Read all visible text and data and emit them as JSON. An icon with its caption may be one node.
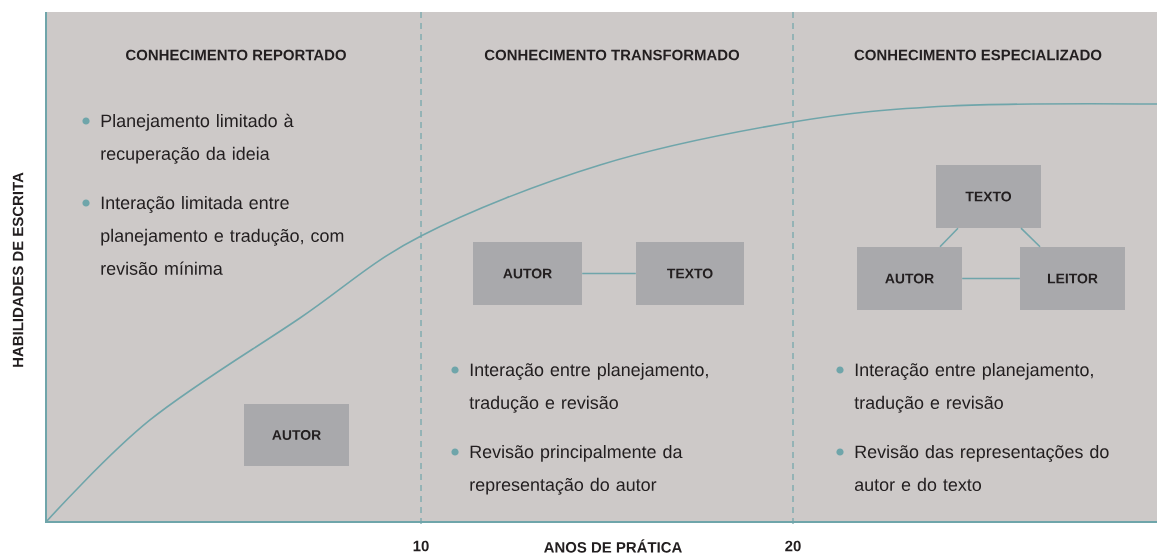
{
  "diagram": {
    "nodes": [
      {
        "text": [
          "AUTOR"
        ]
      },
      {
        "text": [
          "AUTOR"
        ]
      },
      {
        "text": [
          "TEXTO"
        ]
      },
      {
        "text": [
          "TEXTO"
        ]
      },
      {
        "text": [
          "AUTOR"
        ]
      },
      {
        "text": [
          "LEITOR"
        ]
      }
    ],
    "edges": [
      {
        "from": 1,
        "to": 2,
        "arrow": "none"
      },
      {
        "from": 3,
        "to": 4,
        "arrow": "none"
      },
      {
        "from": 3,
        "to": 5,
        "arrow": "none"
      },
      {
        "from": 4,
        "to": 5,
        "arrow": "none"
      }
    ],
    "labels": [
      "CONHECIMENTO REPORTADO",
      "CONHECIMENTO TRANSFORMADO",
      "CONHECIMENTO ESPECIALIZADO",
      "Planejamento limitado à recuperação da ideia",
      "Interação limitada entre planejamento e tradução, com revisão mínima",
      "Interação entre planejamento, tradução e revisão",
      "Revisão principalmente da representação do autor",
      "Interação entre planejamento, tradução e revisão",
      "Revisão das representações do autor e do texto",
      "HABILIDADES DE ESCRITA",
      "10",
      "ANOS DE PRÁTICA",
      "20"
    ]
  }
}
